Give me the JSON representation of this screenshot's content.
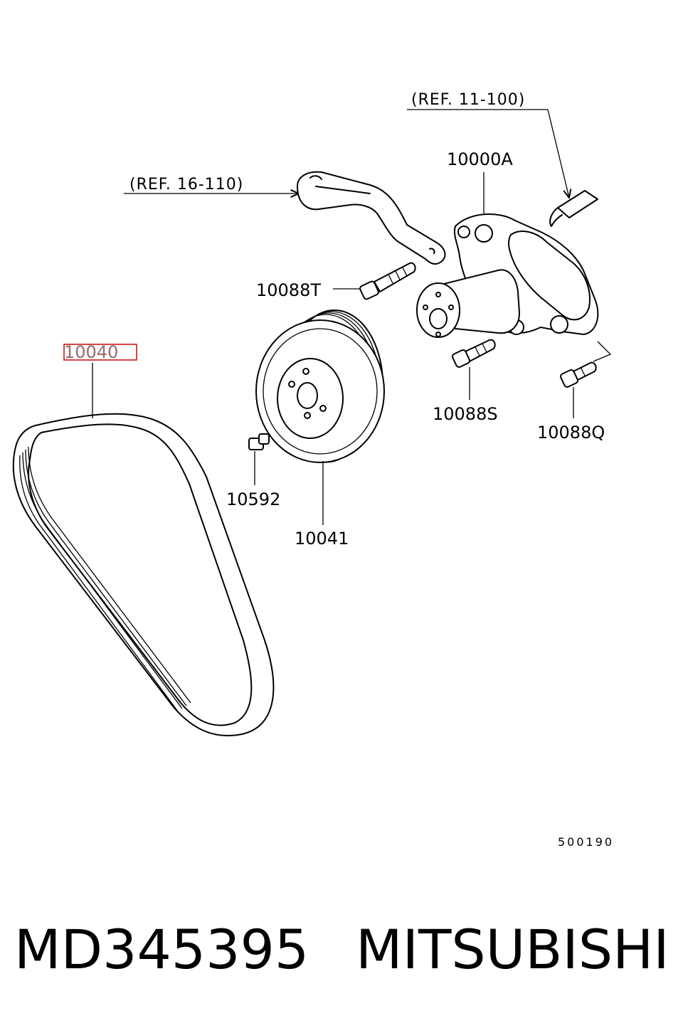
{
  "diagram": {
    "references": [
      {
        "id": "ref-11-100",
        "text": "(REF. 11-100)"
      },
      {
        "id": "ref-16-110",
        "text": "(REF. 16-110)"
      }
    ],
    "parts": [
      {
        "id": "10000A",
        "label": "10000A",
        "name": "water-pump"
      },
      {
        "id": "10088T",
        "label": "10088T",
        "name": "bolt"
      },
      {
        "id": "10040",
        "label": "10040",
        "name": "drive-belt",
        "highlighted": true
      },
      {
        "id": "10088S",
        "label": "10088S",
        "name": "bolt"
      },
      {
        "id": "10088Q",
        "label": "10088Q",
        "name": "bolt"
      },
      {
        "id": "10592",
        "label": "10592",
        "name": "bolt"
      },
      {
        "id": "10041",
        "label": "10041",
        "name": "pulley"
      }
    ],
    "diagram_code": "500190",
    "highlight_color": "#d32f2f"
  },
  "footer": {
    "part_number": "MD345395",
    "brand": "MITSUBISHI"
  }
}
